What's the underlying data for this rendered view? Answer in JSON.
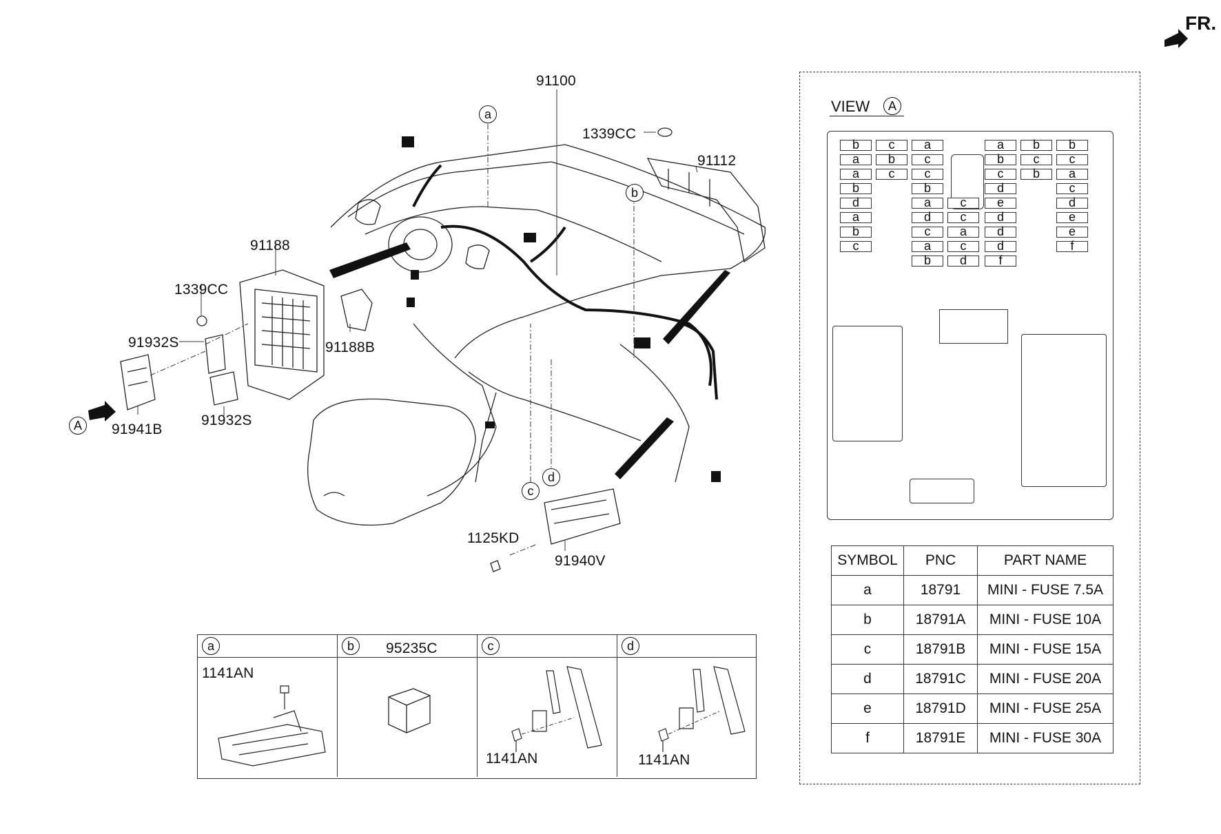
{
  "orientation": {
    "front_label": "FR."
  },
  "callouts": {
    "harness_main": "91100",
    "nut_top": "1339CC",
    "bracket_right": "91112",
    "junction_box": "91188",
    "nut_left": "1339CC",
    "clip_left": "91932S",
    "bracket_jb": "91188B",
    "clip_lower": "91932S",
    "relay_block": "91941B",
    "bolt_lower": "1125KD",
    "module_lower": "91940V"
  },
  "detail_markers": {
    "a": "a",
    "b": "b",
    "c": "c",
    "d": "d",
    "view": "A"
  },
  "view_a": {
    "title": "VIEW",
    "marker": "A",
    "fuse_rows_left": [
      [
        "b",
        "c",
        "a"
      ],
      [
        "a",
        "b",
        "c"
      ],
      [
        "a",
        "c",
        "c"
      ],
      [
        "b",
        "",
        "b"
      ],
      [
        "d",
        "",
        "a",
        "c"
      ],
      [
        "a",
        "",
        "d",
        "c"
      ],
      [
        "b",
        "",
        "c",
        "a"
      ],
      [
        "c",
        "",
        "a",
        "c"
      ],
      [
        "",
        "",
        "b",
        "d"
      ]
    ],
    "fuse_rows_right": [
      [
        "a",
        "b",
        "b"
      ],
      [
        "b",
        "c",
        "c"
      ],
      [
        "c",
        "b",
        "a"
      ],
      [
        "d",
        "",
        "c"
      ],
      [
        "e",
        "",
        "d"
      ],
      [
        "d",
        "",
        "e"
      ],
      [
        "d",
        "",
        "e"
      ],
      [
        "d",
        "",
        "f"
      ],
      [
        "f",
        "",
        ""
      ]
    ]
  },
  "legend": {
    "headers": [
      "SYMBOL",
      "PNC",
      "PART NAME"
    ],
    "rows": [
      {
        "symbol": "a",
        "pnc": "18791",
        "name": "MINI - FUSE 7.5A"
      },
      {
        "symbol": "b",
        "pnc": "18791A",
        "name": "MINI - FUSE 10A"
      },
      {
        "symbol": "c",
        "pnc": "18791B",
        "name": "MINI - FUSE 15A"
      },
      {
        "symbol": "d",
        "pnc": "18791C",
        "name": "MINI - FUSE 20A"
      },
      {
        "symbol": "e",
        "pnc": "18791D",
        "name": "MINI - FUSE 25A"
      },
      {
        "symbol": "f",
        "pnc": "18791E",
        "name": "MINI - FUSE 30A"
      }
    ]
  },
  "details": [
    {
      "marker": "a",
      "part": "1141AN"
    },
    {
      "marker": "b",
      "part": "95235C"
    },
    {
      "marker": "c",
      "part": "1141AN"
    },
    {
      "marker": "d",
      "part": "1141AN"
    }
  ]
}
